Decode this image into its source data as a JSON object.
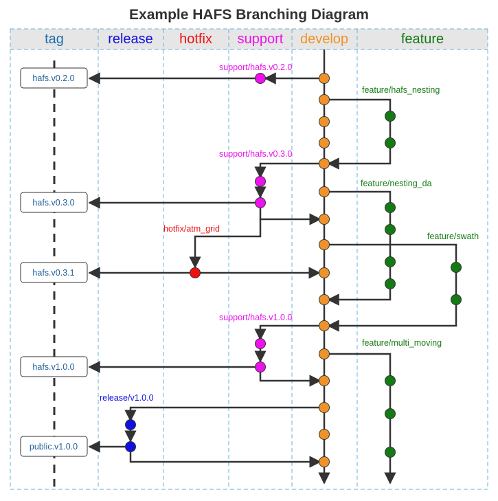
{
  "title": "Example HAFS Branching Diagram",
  "lanes": [
    {
      "id": "tag",
      "label": "tag",
      "color": "#1a6fb0"
    },
    {
      "id": "release",
      "label": "release",
      "color": "#1010e0"
    },
    {
      "id": "hotfix",
      "label": "hotfix",
      "color": "#ee1111"
    },
    {
      "id": "support",
      "label": "support",
      "color": "#ee11ee"
    },
    {
      "id": "develop",
      "label": "develop",
      "color": "#f0922a"
    },
    {
      "id": "feature",
      "label": "feature",
      "color": "#147a14"
    }
  ],
  "tags": [
    "hafs.v0.2.0",
    "hafs.v0.3.0",
    "hafs.v0.3.1",
    "hafs.v1.0.0",
    "public.v1.0.0"
  ],
  "branch_labels": {
    "support_v020": "support/hafs.v0.2.0",
    "feature_hafs_nesting": "feature/hafs_nesting",
    "support_v030": "support/hafs.v0.3.0",
    "feature_nesting_da": "feature/nesting_da",
    "hotfix_atm_grid": "hotfix/atm_grid",
    "feature_swath": "feature/swath",
    "support_v100": "support/hafs.v1.0.0",
    "feature_multi_moving": "feature/multi_moving",
    "release_v100": "release/v1.0.0"
  },
  "colors": {
    "develop": "#f0922a",
    "support": "#ee11ee",
    "hotfix": "#ee1111",
    "release": "#1010e0",
    "feature": "#147a14",
    "line": "#333333",
    "header_bg": "#e6e6e6",
    "lane_border": "#6ab0d8"
  }
}
